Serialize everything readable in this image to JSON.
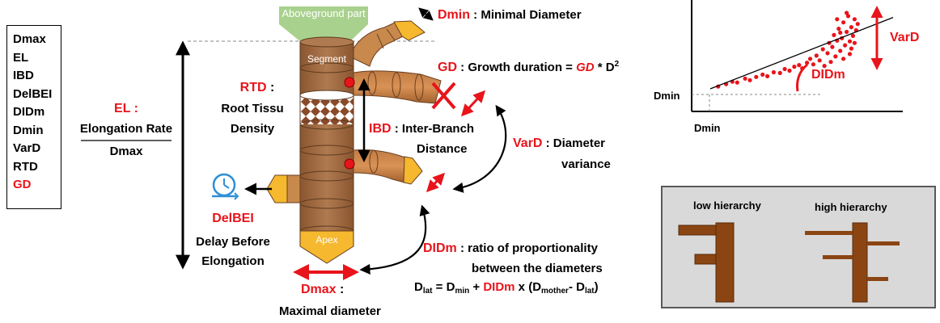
{
  "param_list": [
    {
      "label": "Dmax",
      "color": "#000000"
    },
    {
      "label": "EL",
      "color": "#000000"
    },
    {
      "label": "IBD",
      "color": "#000000"
    },
    {
      "label": "DelBEI",
      "color": "#000000"
    },
    {
      "label": "DIDm",
      "color": "#000000"
    },
    {
      "label": "Dmin",
      "color": "#000000"
    },
    {
      "label": "VarD",
      "color": "#000000"
    },
    {
      "label": "RTD",
      "color": "#000000"
    },
    {
      "label": "GD",
      "color": "#e8141b"
    }
  ],
  "root_labels": {
    "aboveground": "Aboveground part",
    "segment": "Segment",
    "apex": "Apex"
  },
  "el": {
    "abbr": "EL :",
    "desc": "Elongation Rate",
    "denom": "Dmax"
  },
  "rtd": {
    "abbr": "RTD",
    "sep": ":",
    "desc1": "Root Tissu",
    "desc2": "Density"
  },
  "delbei": {
    "abbr": "DelBEI",
    "desc1": "Delay Before",
    "desc2": "Elongation"
  },
  "dmax": {
    "abbr": "Dmax",
    "sep": ":",
    "desc": "Maximal diameter"
  },
  "dmin": {
    "abbr": "Dmin",
    "desc": ": Minimal Diameter"
  },
  "gd": {
    "abbr": "GD",
    "desc": ": Growth duration =",
    "formula_gd": "GD",
    "formula_rest": "* D",
    "formula_exp": "2"
  },
  "ibd": {
    "abbr": "IBD",
    "desc1": ": Inter-Branch",
    "desc2": "Distance"
  },
  "vard": {
    "abbr": "VarD",
    "desc1": ": Diameter",
    "desc2": "variance"
  },
  "didm": {
    "abbr": "DIDm",
    "desc1": ":  ratio of proportionality",
    "desc2": "between the diameters",
    "eq": {
      "d1": "D",
      "s1": "lat",
      "eqs": " = D",
      "s2": "min",
      "plus": " + ",
      "term": "DIDm",
      "x": " x (D",
      "s3": "mother",
      "minus": "- D",
      "s4": "lat",
      "close": ")"
    }
  },
  "scatter": {
    "vard_label": "VarD",
    "didm_label": "DIDm",
    "y_label": "Dmin",
    "x_label": "Dmin"
  },
  "chart_data": {
    "type": "scatter",
    "xlabel": "",
    "ylabel": "",
    "points": [
      [
        0.05,
        0.05
      ],
      [
        0.1,
        0.08
      ],
      [
        0.14,
        0.11
      ],
      [
        0.17,
        0.1
      ],
      [
        0.22,
        0.15
      ],
      [
        0.25,
        0.13
      ],
      [
        0.29,
        0.17
      ],
      [
        0.33,
        0.2
      ],
      [
        0.36,
        0.18
      ],
      [
        0.4,
        0.23
      ],
      [
        0.44,
        0.22
      ],
      [
        0.47,
        0.27
      ],
      [
        0.5,
        0.25
      ],
      [
        0.53,
        0.3
      ],
      [
        0.56,
        0.32
      ],
      [
        0.58,
        0.28
      ],
      [
        0.61,
        0.35
      ],
      [
        0.63,
        0.4
      ],
      [
        0.65,
        0.33
      ],
      [
        0.67,
        0.44
      ],
      [
        0.69,
        0.38
      ],
      [
        0.71,
        0.52
      ],
      [
        0.72,
        0.31
      ],
      [
        0.74,
        0.47
      ],
      [
        0.75,
        0.6
      ],
      [
        0.76,
        0.36
      ],
      [
        0.77,
        0.55
      ],
      [
        0.78,
        0.7
      ],
      [
        0.79,
        0.43
      ],
      [
        0.8,
        0.63
      ],
      [
        0.81,
        0.78
      ],
      [
        0.82,
        0.5
      ],
      [
        0.83,
        0.66
      ],
      [
        0.84,
        0.86
      ],
      [
        0.85,
        0.57
      ],
      [
        0.86,
        0.74
      ],
      [
        0.87,
        0.94
      ],
      [
        0.88,
        0.62
      ],
      [
        0.89,
        0.8
      ],
      [
        0.9,
        0.69
      ],
      [
        0.91,
        0.9
      ],
      [
        0.92,
        0.76
      ],
      [
        0.93,
        0.84
      ],
      [
        0.84,
        0.4
      ],
      [
        0.88,
        0.46
      ],
      [
        0.8,
        0.9
      ],
      [
        0.86,
        0.98
      ],
      [
        0.91,
        0.6
      ],
      [
        0.82,
        0.73
      ],
      [
        0.89,
        0.53
      ]
    ],
    "trend_line": {
      "x": [
        0.0,
        1.0
      ],
      "y": [
        0.02,
        0.8
      ]
    }
  },
  "hierarchy": {
    "low": "low hierarchy",
    "high": "high hierarchy"
  },
  "colors": {
    "red": "#e8141b",
    "root_fill": "#a8704a",
    "root_dark": "#7a4a2a",
    "tip": "#f5b82e",
    "aboveground": "#a9d18e"
  }
}
